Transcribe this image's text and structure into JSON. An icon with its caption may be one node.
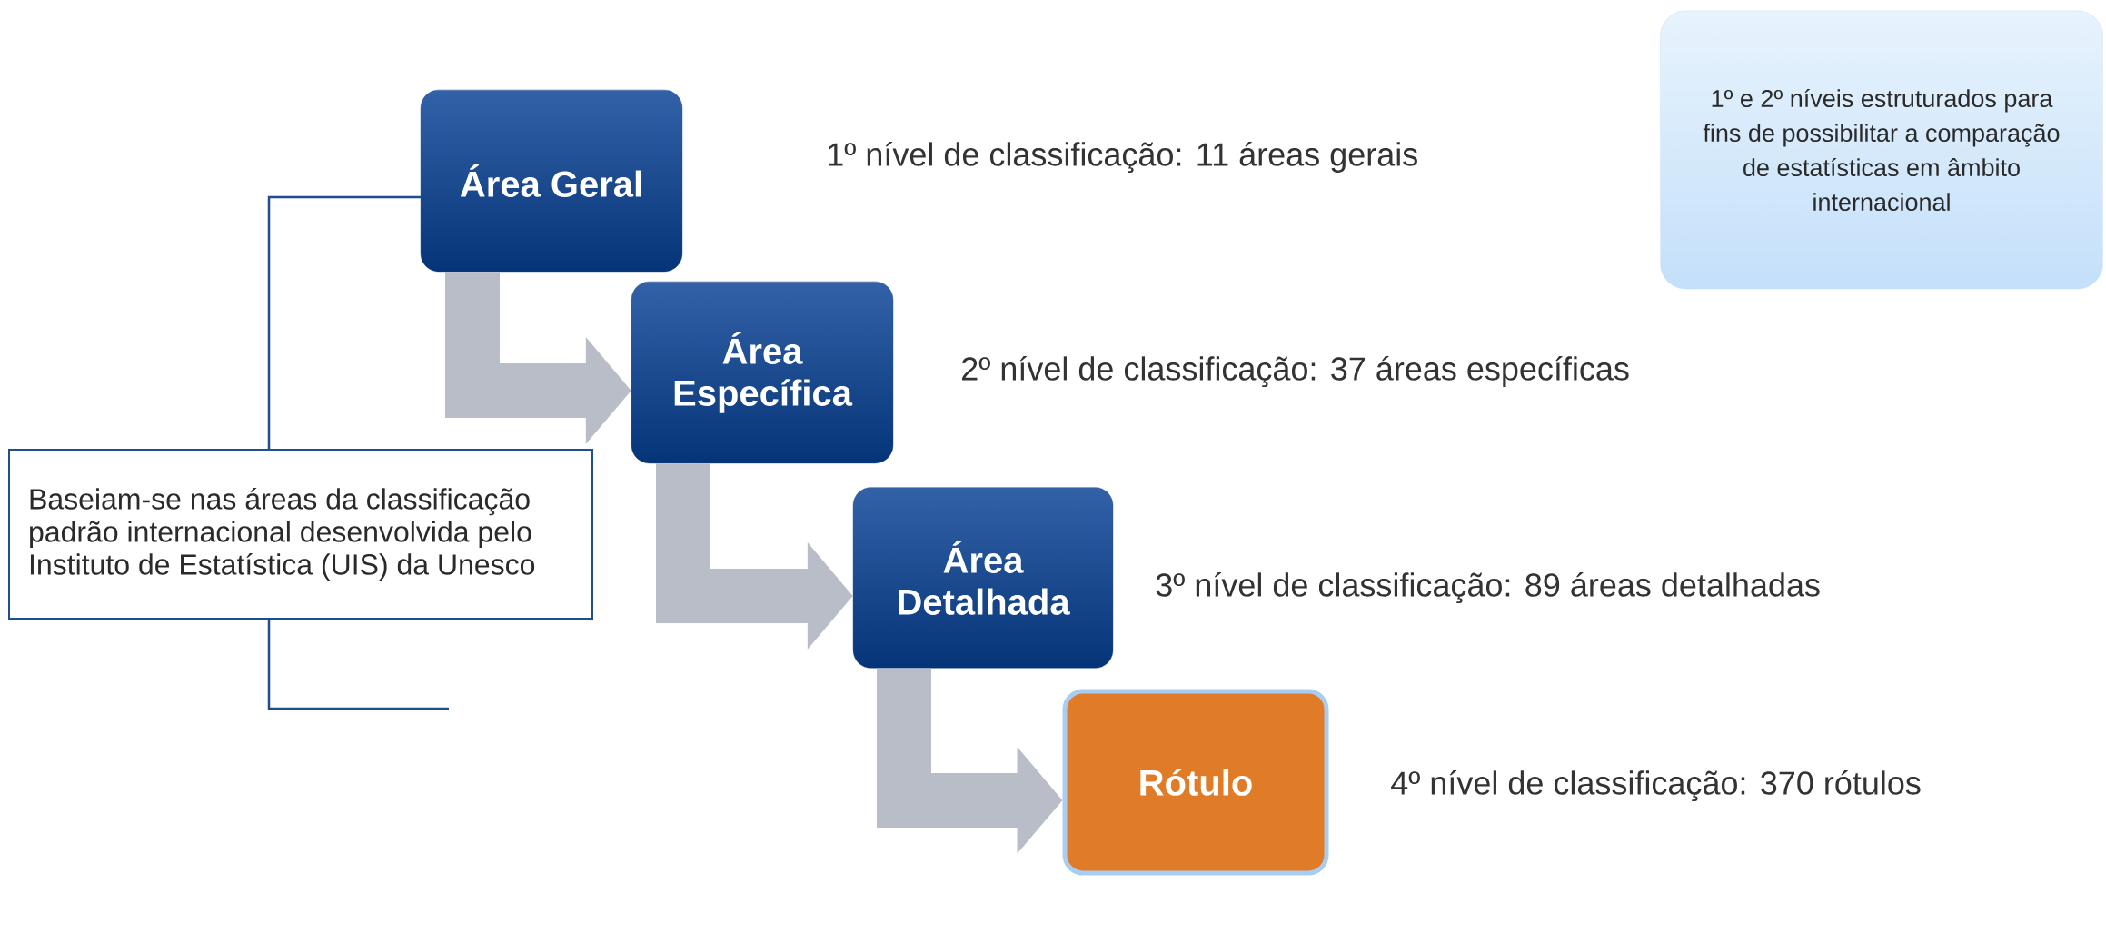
{
  "diagram": {
    "nodes": [
      {
        "text": [
          "Área Geral"
        ]
      },
      {
        "text": [
          "Área Específica"
        ],
        "beside": [
          "2º nível de classificação: 37 áreas específicas"
        ]
      },
      {
        "text": [
          "Área Detalhada"
        ],
        "beside": [
          "3º nível de classificação: 89 áreas detalhadas"
        ]
      },
      {
        "text": [
          "Rótulo"
        ],
        "beside": [
          "4º nível de classificação: 370 rótulos"
        ]
      },
      {
        "text": [
          "1º e 2º níveis estruturados para fins de possibilitar a comparação de estatísticas em âmbito internacional"
        ]
      },
      {
        "text": [
          "Baseiam-se nas áreas da classificação padrão internacional desenvolvida pelo Instituto de Estatística (UIS) da Unesco"
        ]
      }
    ],
    "labels": [
      "1º nível de classificação: 11 áreas gerais"
    ],
    "edges": [
      {
        "from": 0,
        "to": 1,
        "arrow": "to"
      },
      {
        "from": 1,
        "to": 2,
        "arrow": "to"
      },
      {
        "from": 2,
        "to": 3,
        "arrow": "to"
      }
    ]
  }
}
